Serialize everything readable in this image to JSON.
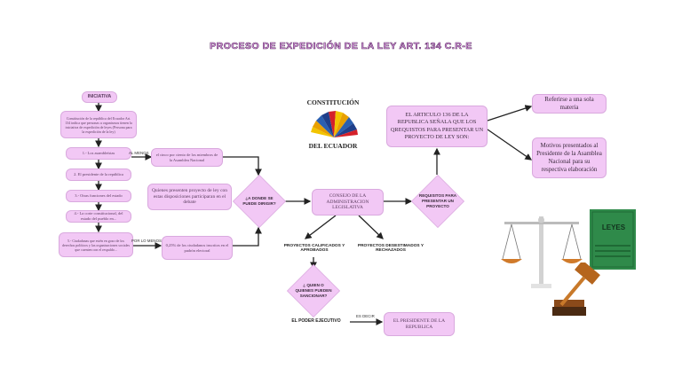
{
  "title": "PROCESO DE EXPEDICIÓN DE LA LEY ART. 134 C.R-E",
  "logo": {
    "top": "CONSTITUCIÓN",
    "bottom": "DEL ECUADOR"
  },
  "nodes": {
    "iniciativa": "INICIATIVA",
    "intro": "Constitución de la república del Ecuador Art. 134 indica que personas u organismos tienen la iniciativa de expedición de leyes (Persona para la expedición de la ley)",
    "asambleistas": "1.- Los asambleístas",
    "presidente": "2. El presidente de la república",
    "funciones": "3.- Otras funciones del estado",
    "corte": "4.- La corte constitucional, del estado del pueblo en...",
    "ciudadanas": "5.- Ciudadanas que estén en gozo de los derechos políticos y las organizaciones sociales que cuenten con el respaldo...",
    "cinco_ciento": "el cinco por ciento de los miembros de la Asamblea Nacional",
    "quienes": "Quienes presenten proyecto de ley con estas disposiciones participaran en el debate",
    "cero_cinco": "0,25% de los ciudadanos inscritos en el padrón electoral",
    "consejo": "CONSEJO DE LA ADMINISTRACION LEGISLATIVA",
    "articulo": "EL ARTICULO 136 DE LA REPUBLICA SEÑALA QUE LOS QREQUISTOS PARA PRESENTAR UN PROYECTO DE LEY SON:",
    "referirse": "Referirse a una sola materia",
    "motivos": "Motivos presentados al Presidente de la Asamblea Nacional para su respectiva elaboración",
    "presidente_rep": "EL PRESIDENTE DE LA REPUBLICA"
  },
  "diamonds": {
    "donde": "¿A DONDE SE PUEDE DIRIGIR?",
    "requisitos": "REQUISITOS PARA PRESENTAR UN PROYECTO",
    "quien": "¿ QUIEN O QUIENES PUEDEN SANCIONAR?"
  },
  "labels": {
    "al_menos": "AL MENOS",
    "por_lo_menos": "POR LO MENOS",
    "proyectos_calificados": "PROYECTOS CALIFICADOS Y APROBADOS",
    "proyectos_desestimados": "PROYECTOS DESESTIMADOS Y RECHAZADOS",
    "poder_ejecutivo": "EL PODER EJECUTIVO",
    "es_decir": "ES DECIR"
  },
  "illustration": {
    "book_text": "LEYES"
  },
  "colors": {
    "node_fill": "#f2c8f5",
    "book_green": "#2f8a4a",
    "gavel": "#b5651d",
    "scale": "#d07a2a"
  }
}
